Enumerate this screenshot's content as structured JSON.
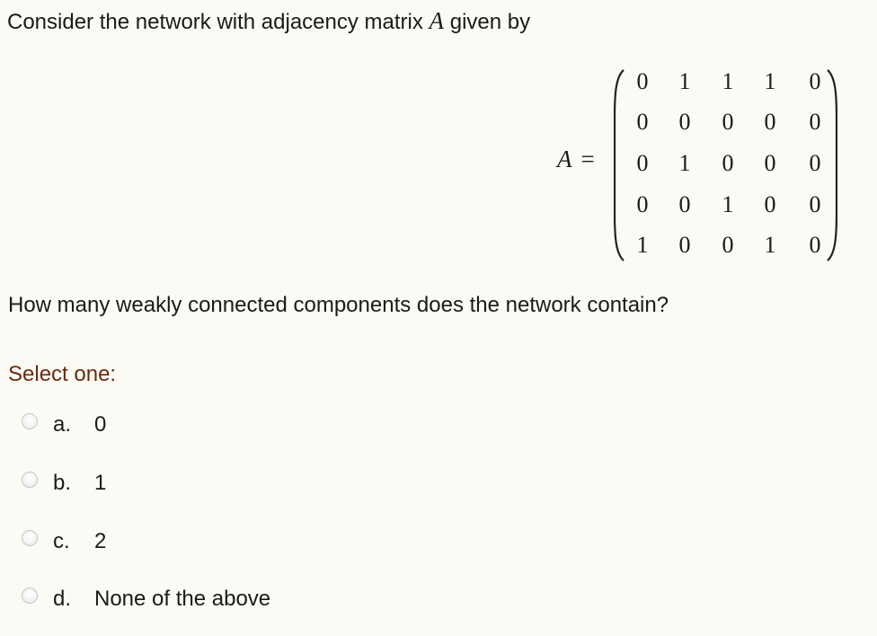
{
  "question": {
    "intro_text": "Consider the network with adjacency matrix",
    "matrix_symbol": "A",
    "intro_suffix": "given by",
    "equation_lhs": "A",
    "equation_sign": "=",
    "matrix": [
      [
        "0",
        "1",
        "1",
        "1",
        "0"
      ],
      [
        "0",
        "0",
        "0",
        "0",
        "0"
      ],
      [
        "0",
        "1",
        "0",
        "0",
        "0"
      ],
      [
        "0",
        "0",
        "1",
        "0",
        "0"
      ],
      [
        "1",
        "0",
        "0",
        "1",
        "0"
      ]
    ],
    "prompt": "How many weakly connected components does the network contain?"
  },
  "answer": {
    "select_label": "Select one:",
    "options": [
      {
        "letter": "a.",
        "text": "0"
      },
      {
        "letter": "b.",
        "text": "1"
      },
      {
        "letter": "c.",
        "text": "2"
      },
      {
        "letter": "d.",
        "text": "None of the above"
      }
    ]
  }
}
